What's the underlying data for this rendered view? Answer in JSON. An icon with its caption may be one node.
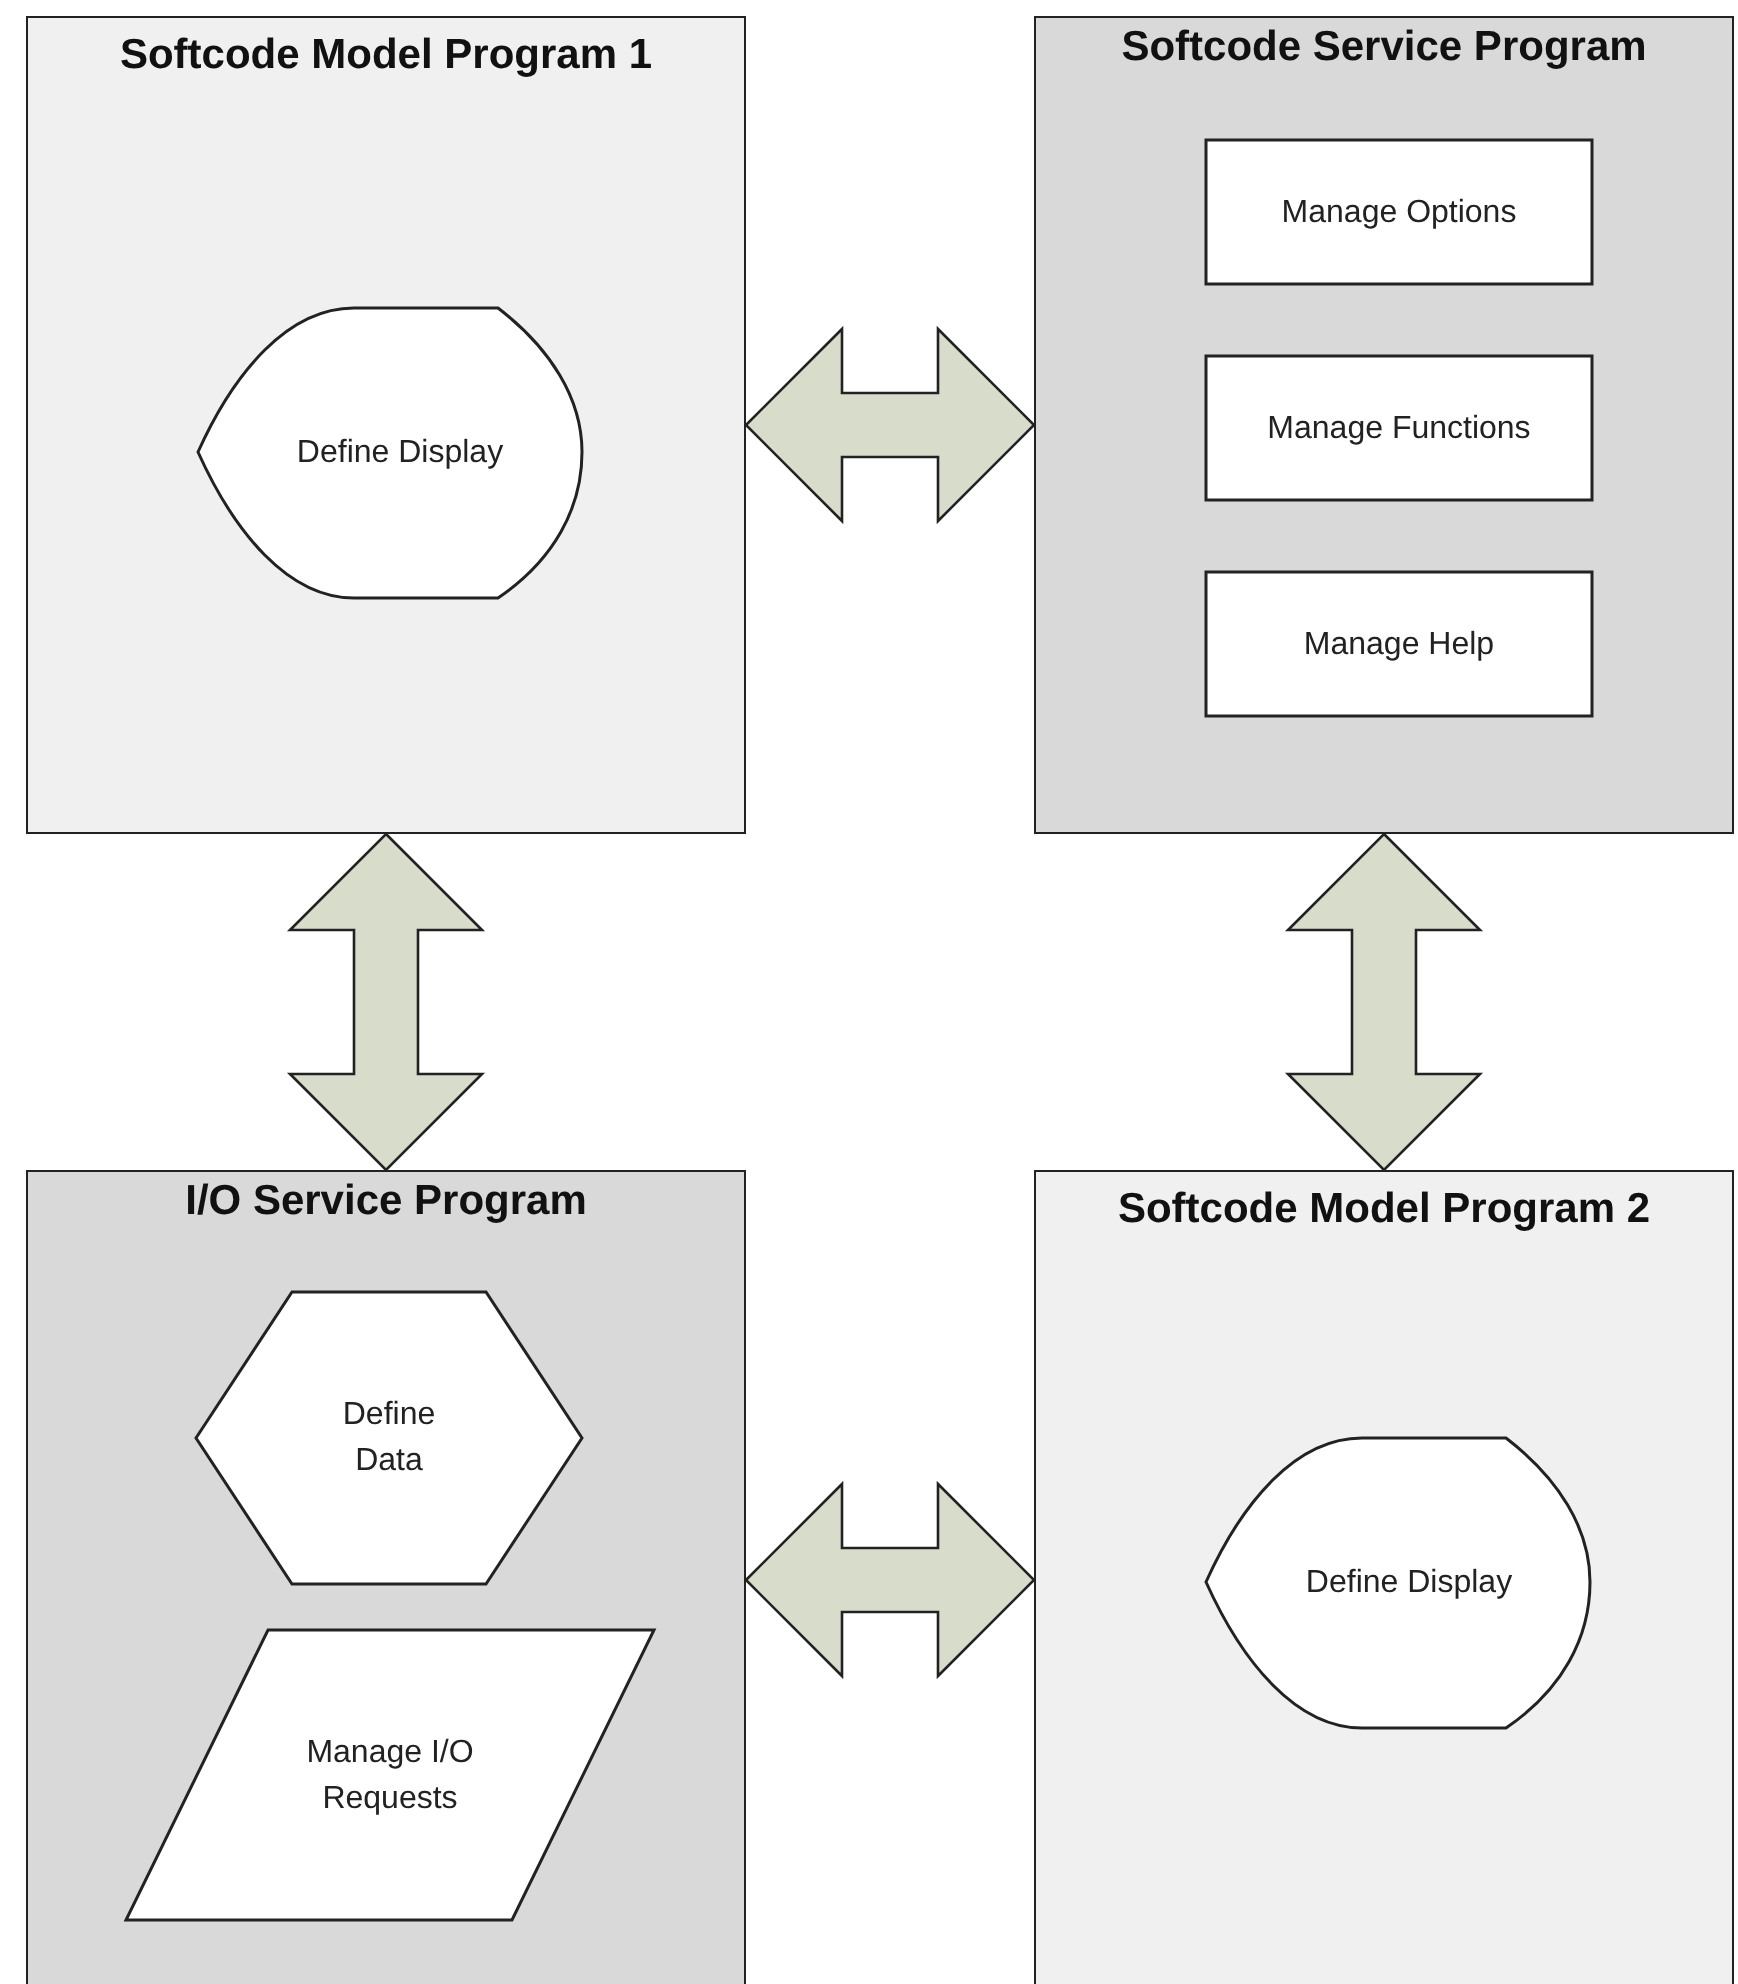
{
  "diagram": {
    "nodes": [
      {
        "text": [
          "Softcode Model Program 1"
        ]
      },
      {
        "text": [
          "Define Display"
        ],
        "in": 0
      },
      {
        "text": [
          "Softcode Service Program"
        ]
      },
      {
        "text": [
          "Manage Options"
        ],
        "in": 2
      },
      {
        "text": [
          "Manage Functions"
        ],
        "in": 2
      },
      {
        "text": [
          "Manage Help"
        ],
        "in": 2
      },
      {
        "text": [
          "I/O Service Program"
        ]
      },
      {
        "text": [
          "Define Data"
        ],
        "in": 6
      },
      {
        "text": [
          "Manage I/O Requests"
        ],
        "in": 6
      },
      {
        "text": [
          "Softcode Model Program 2"
        ]
      },
      {
        "text": [
          "Define Display"
        ],
        "in": 9
      }
    ],
    "edges": [
      {
        "from": 0,
        "to": 2,
        "arrow": "both"
      },
      {
        "from": 0,
        "to": 6,
        "arrow": "both"
      },
      {
        "from": 2,
        "to": 9,
        "arrow": "both"
      },
      {
        "from": 6,
        "to": 9,
        "arrow": "both"
      }
    ]
  }
}
